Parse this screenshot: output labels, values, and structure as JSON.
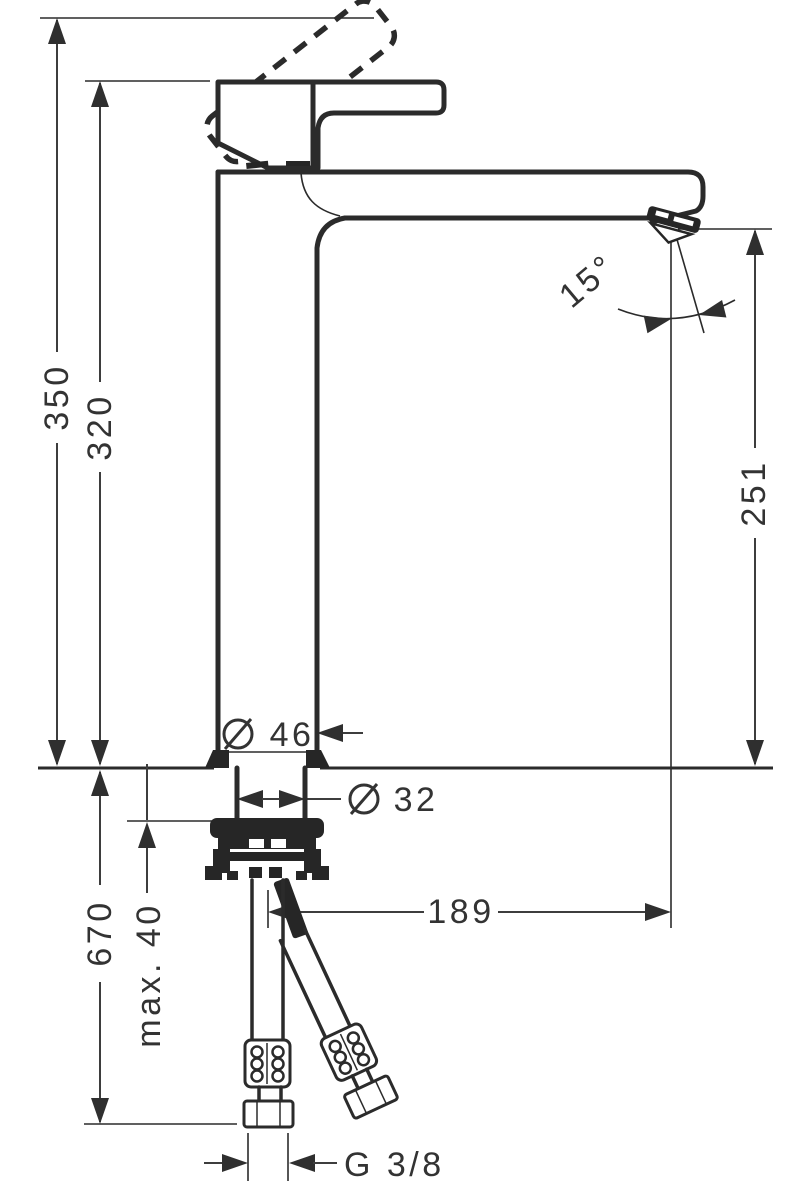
{
  "document": {
    "type": "technical-dimension-drawing",
    "subject": "Single-lever basin mixer tap, side elevation with installation dimensions",
    "units": "mm"
  },
  "labels": {
    "overall_height": "350",
    "spout_height": "320",
    "outlet_clearance": "251",
    "spout_angle": "15°",
    "diameter_symbol": "Ø",
    "body_diameter": "46",
    "shank_diameter": "32",
    "spout_reach": "189",
    "hose_length": "670",
    "max_mounting_thickness": "max. 40",
    "connection_thread": "G 3/8"
  },
  "style": {
    "background": "#ffffff",
    "line_color": "#2b2b2b",
    "dimension_line_color": "#3d3d3d",
    "text_color": "#333333"
  }
}
